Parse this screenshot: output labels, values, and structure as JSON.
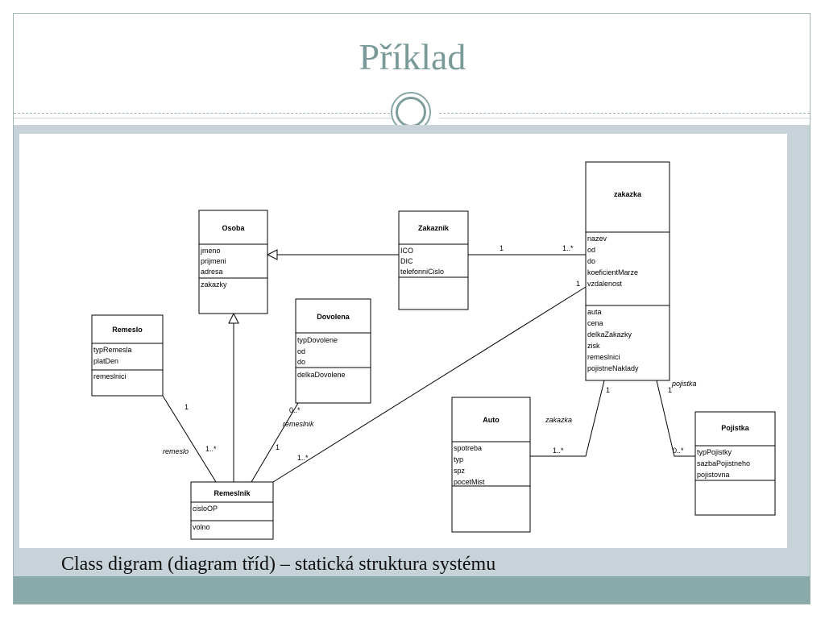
{
  "slide": {
    "title": "Příklad",
    "caption": "Class digram (diagram tříd) – statická struktura systému"
  },
  "classes": {
    "osoba": {
      "name": "Osoba",
      "attrs": [
        "jmeno",
        "prijmeni",
        "adresa"
      ],
      "ops": [
        "zakazky"
      ]
    },
    "zakaznik": {
      "name": "Zakaznik",
      "attrs": [
        "ICO",
        "DIC",
        "telefonniCislo"
      ],
      "ops": []
    },
    "zakazka": {
      "name": "zakazka",
      "attrs": [
        "nazev",
        "od",
        "do",
        "koeficientMarze",
        "vzdalenost"
      ],
      "ops": [
        "auta",
        "cena",
        "delkaZakazky",
        "zisk",
        "remeslnici",
        "pojistneNaklady"
      ]
    },
    "remeslo": {
      "name": "Remeslo",
      "attrs": [
        "typRemesla",
        "platDen"
      ],
      "ops": [
        "remeslnici"
      ]
    },
    "dovolena": {
      "name": "Dovolena",
      "attrs": [
        "typDovolene",
        "od",
        "do"
      ],
      "ops": [
        "delkaDovolene"
      ]
    },
    "auto": {
      "name": "Auto",
      "attrs": [
        "spotreba",
        "typ",
        "spz",
        "pocetMist"
      ],
      "ops": []
    },
    "pojistka": {
      "name": "Pojistka",
      "attrs": [
        "typPojistky",
        "sazbaPojistneho",
        "pojistovna"
      ],
      "ops": []
    },
    "remeslnik": {
      "name": "Remeslnik",
      "attrs": [
        "cisloOP"
      ],
      "ops": [
        "volno"
      ]
    }
  },
  "labels": {
    "zakaznik_zakazka_a": "1",
    "zakaznik_zakazka_b": "1..*",
    "zakazka_remeslnik_a": "1",
    "zakazka_remeslnik_b": "1..*",
    "remeslo_a": "1",
    "remeslo_b": "1..*",
    "remeslo_role": "remeslo",
    "dovolena_a": "0..*",
    "dovolena_b": "1",
    "dovolena_role": "remeslnik",
    "auto_a": "1",
    "auto_b": "1..*",
    "auto_role": "zakazka",
    "pojistka_a": "1",
    "pojistka_b": "0..*",
    "pojistka_role": "pojistka"
  }
}
